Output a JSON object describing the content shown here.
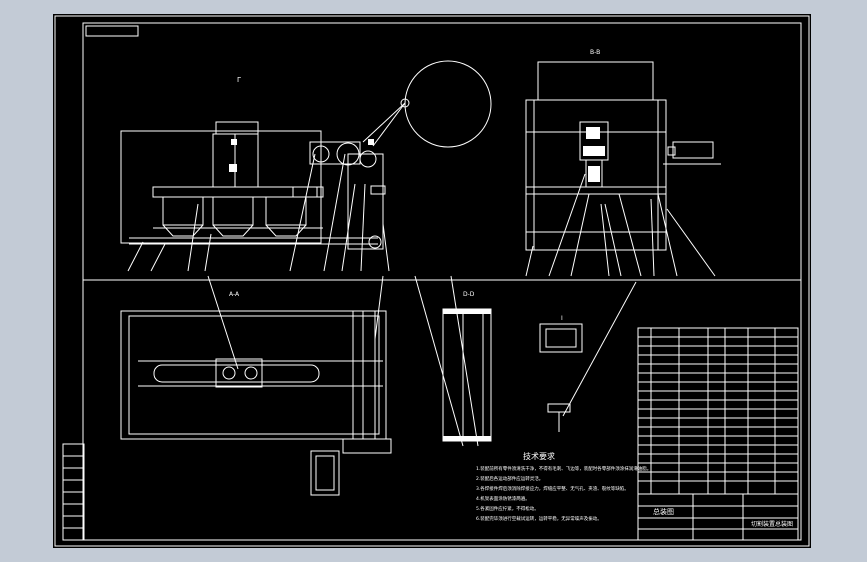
{
  "drawing": {
    "view_labels": {
      "main_arrow": "Γ",
      "side_view": "B-B",
      "plan_view": "A-A",
      "section_view": "D-D",
      "detail_view": "I"
    },
    "notes_title": "技术要求",
    "notes": [
      "1.装配前所有零件须清洗干净，不得有毛刺、飞边等，装配时各零部件须涂抹润滑油脂。",
      "2.装配后各运动部件应运转灵活。",
      "3.各焊接件焊后须消除焊接应力，焊缝应平整、无气孔、夹渣、裂纹等缺陷。",
      "4.机架表面涂防锈漆两遍。",
      "5.各紧固件应拧紧，不得松动。",
      "6.装配完毕须进行空载试运转，运转平稳，无异常噪声及振动。"
    ],
    "title_block": {
      "school": "总装图",
      "drawing_name": "切割装置总装图"
    },
    "colors": {
      "background": "#c3cbd6",
      "sheet": "#000000",
      "lines": "#ffffff"
    }
  }
}
